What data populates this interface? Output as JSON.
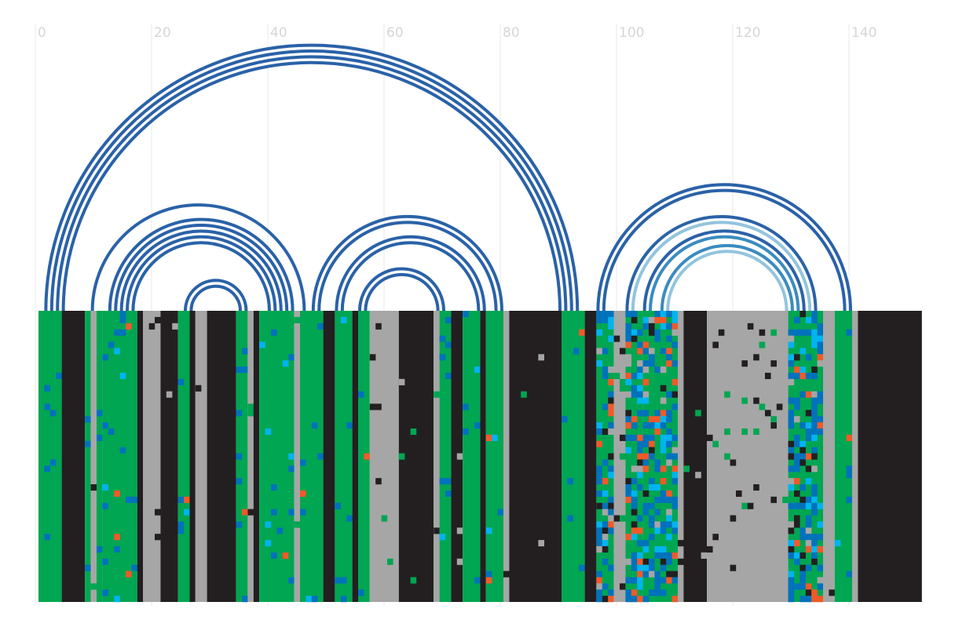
{
  "chart_data": {
    "type": "arc-diagram-with-alignment-heatmap",
    "title": "",
    "xlabel": "",
    "ylabel": "",
    "xlim": [
      0,
      152
    ],
    "x_ticks": [
      0,
      20,
      40,
      60,
      80,
      100,
      120,
      140
    ],
    "grid": "vertical",
    "alignment_rows": 47,
    "colors": {
      "paired_green": "#00a651",
      "black": "#231f20",
      "gray": "#a6a6a6",
      "blue": "#0072bc",
      "light_blue": "#00b4ef",
      "orange": "#f05a28",
      "arc_dark": "#2a62a8",
      "arc_mid": "#3b8bc0",
      "arc_light": "#93c4de"
    },
    "arcs": [
      {
        "i": 1,
        "j": 93,
        "color": "#2a62a8"
      },
      {
        "i": 2,
        "j": 92,
        "color": "#2a62a8"
      },
      {
        "i": 3,
        "j": 91,
        "color": "#2a62a8"
      },
      {
        "i": 4,
        "j": 90,
        "color": "#2a62a8"
      },
      {
        "i": 9,
        "j": 46,
        "color": "#2a62a8"
      },
      {
        "i": 12,
        "j": 44,
        "color": "#2a62a8"
      },
      {
        "i": 13,
        "j": 43,
        "color": "#2a62a8"
      },
      {
        "i": 14,
        "j": 42,
        "color": "#2a62a8"
      },
      {
        "i": 15,
        "j": 41,
        "color": "#2a62a8"
      },
      {
        "i": 16,
        "j": 40,
        "color": "#2a62a8"
      },
      {
        "i": 25,
        "j": 36,
        "color": "#2a62a8"
      },
      {
        "i": 26,
        "j": 35,
        "color": "#2a62a8"
      },
      {
        "i": 47,
        "j": 80,
        "color": "#2a62a8"
      },
      {
        "i": 48,
        "j": 79,
        "color": "#2a62a8"
      },
      {
        "i": 51,
        "j": 77,
        "color": "#2a62a8"
      },
      {
        "i": 52,
        "j": 76,
        "color": "#2a62a8"
      },
      {
        "i": 55,
        "j": 70,
        "color": "#2a62a8"
      },
      {
        "i": 56,
        "j": 69,
        "color": "#2a62a8"
      },
      {
        "i": 96,
        "j": 140,
        "color": "#2a62a8"
      },
      {
        "i": 97,
        "j": 139,
        "color": "#2a62a8"
      },
      {
        "i": 101,
        "j": 134,
        "color": "#2a62a8"
      },
      {
        "i": 102,
        "j": 133,
        "color": "#93c4de"
      },
      {
        "i": 104,
        "j": 132,
        "color": "#2a62a8"
      },
      {
        "i": 105,
        "j": 131,
        "color": "#3b8bc0"
      },
      {
        "i": 107,
        "j": 130,
        "color": "#3b8bc0"
      },
      {
        "i": 108,
        "j": 129,
        "color": "#93c4de"
      }
    ],
    "columns": [
      {
        "from": 0,
        "to": 4,
        "state": "paired",
        "noise": 0.03
      },
      {
        "from": 4,
        "to": 8,
        "state": "gap",
        "noise": 0
      },
      {
        "from": 8,
        "to": 9,
        "state": "paired",
        "noise": 0.05
      },
      {
        "from": 9,
        "to": 10,
        "state": "unpaired",
        "noise": 0.05
      },
      {
        "from": 10,
        "to": 11,
        "state": "paired",
        "noise": 0.05
      },
      {
        "from": 11,
        "to": 17,
        "state": "paired",
        "noise": 0.08
      },
      {
        "from": 17,
        "to": 18,
        "state": "gap",
        "noise": 0
      },
      {
        "from": 18,
        "to": 21,
        "state": "unpaired",
        "noise": 0.02
      },
      {
        "from": 21,
        "to": 24,
        "state": "gap",
        "noise": 0.02
      },
      {
        "from": 24,
        "to": 26,
        "state": "paired",
        "noise": 0.06
      },
      {
        "from": 26,
        "to": 27,
        "state": "gap",
        "noise": 0
      },
      {
        "from": 27,
        "to": 29,
        "state": "unpaired",
        "noise": 0.02
      },
      {
        "from": 29,
        "to": 34,
        "state": "gap",
        "noise": 0
      },
      {
        "from": 34,
        "to": 36,
        "state": "paired",
        "noise": 0.06
      },
      {
        "from": 36,
        "to": 37,
        "state": "unpaired",
        "noise": 0.02
      },
      {
        "from": 37,
        "to": 38,
        "state": "gap",
        "noise": 0
      },
      {
        "from": 38,
        "to": 44,
        "state": "paired",
        "noise": 0.07
      },
      {
        "from": 44,
        "to": 45,
        "state": "unpaired",
        "noise": 0.03
      },
      {
        "from": 45,
        "to": 49,
        "state": "paired",
        "noise": 0.03
      },
      {
        "from": 49,
        "to": 51,
        "state": "gap",
        "noise": 0
      },
      {
        "from": 51,
        "to": 54,
        "state": "paired",
        "noise": 0.05
      },
      {
        "from": 54,
        "to": 55,
        "state": "gap",
        "noise": 0
      },
      {
        "from": 55,
        "to": 57,
        "state": "paired",
        "noise": 0.06
      },
      {
        "from": 57,
        "to": 62,
        "state": "unpaired",
        "noise": 0.03
      },
      {
        "from": 62,
        "to": 68,
        "state": "gap",
        "noise": 0.03
      },
      {
        "from": 68,
        "to": 69,
        "state": "unpaired",
        "noise": 0.02
      },
      {
        "from": 69,
        "to": 71,
        "state": "paired",
        "noise": 0.06
      },
      {
        "from": 71,
        "to": 73,
        "state": "gap",
        "noise": 0.02
      },
      {
        "from": 73,
        "to": 76,
        "state": "paired",
        "noise": 0.04
      },
      {
        "from": 76,
        "to": 77,
        "state": "gap",
        "noise": 0
      },
      {
        "from": 77,
        "to": 80,
        "state": "paired",
        "noise": 0.04
      },
      {
        "from": 80,
        "to": 81,
        "state": "unpaired",
        "noise": 0.02
      },
      {
        "from": 81,
        "to": 90,
        "state": "gap",
        "noise": 0.01
      },
      {
        "from": 90,
        "to": 94,
        "state": "paired",
        "noise": 0.04
      },
      {
        "from": 94,
        "to": 96,
        "state": "gap",
        "noise": 0
      },
      {
        "from": 96,
        "to": 99,
        "state": "variable",
        "noise": 0
      },
      {
        "from": 99,
        "to": 101,
        "state": "unpaired",
        "noise": 0.1
      },
      {
        "from": 101,
        "to": 104,
        "state": "variable",
        "noise": 0
      },
      {
        "from": 104,
        "to": 110,
        "state": "variable",
        "noise": 0
      },
      {
        "from": 110,
        "to": 111,
        "state": "unpaired",
        "noise": 0.05
      },
      {
        "from": 111,
        "to": 115,
        "state": "gap",
        "noise": 0.03
      },
      {
        "from": 115,
        "to": 129,
        "state": "unpaired",
        "noise": 0.04
      },
      {
        "from": 129,
        "to": 135,
        "state": "variable",
        "noise": 0
      },
      {
        "from": 135,
        "to": 137,
        "state": "unpaired",
        "noise": 0.02
      },
      {
        "from": 137,
        "to": 140,
        "state": "paired",
        "noise": 0.04
      },
      {
        "from": 140,
        "to": 141,
        "state": "unpaired",
        "noise": 0
      },
      {
        "from": 141,
        "to": 152,
        "state": "gap",
        "noise": 0
      }
    ]
  }
}
